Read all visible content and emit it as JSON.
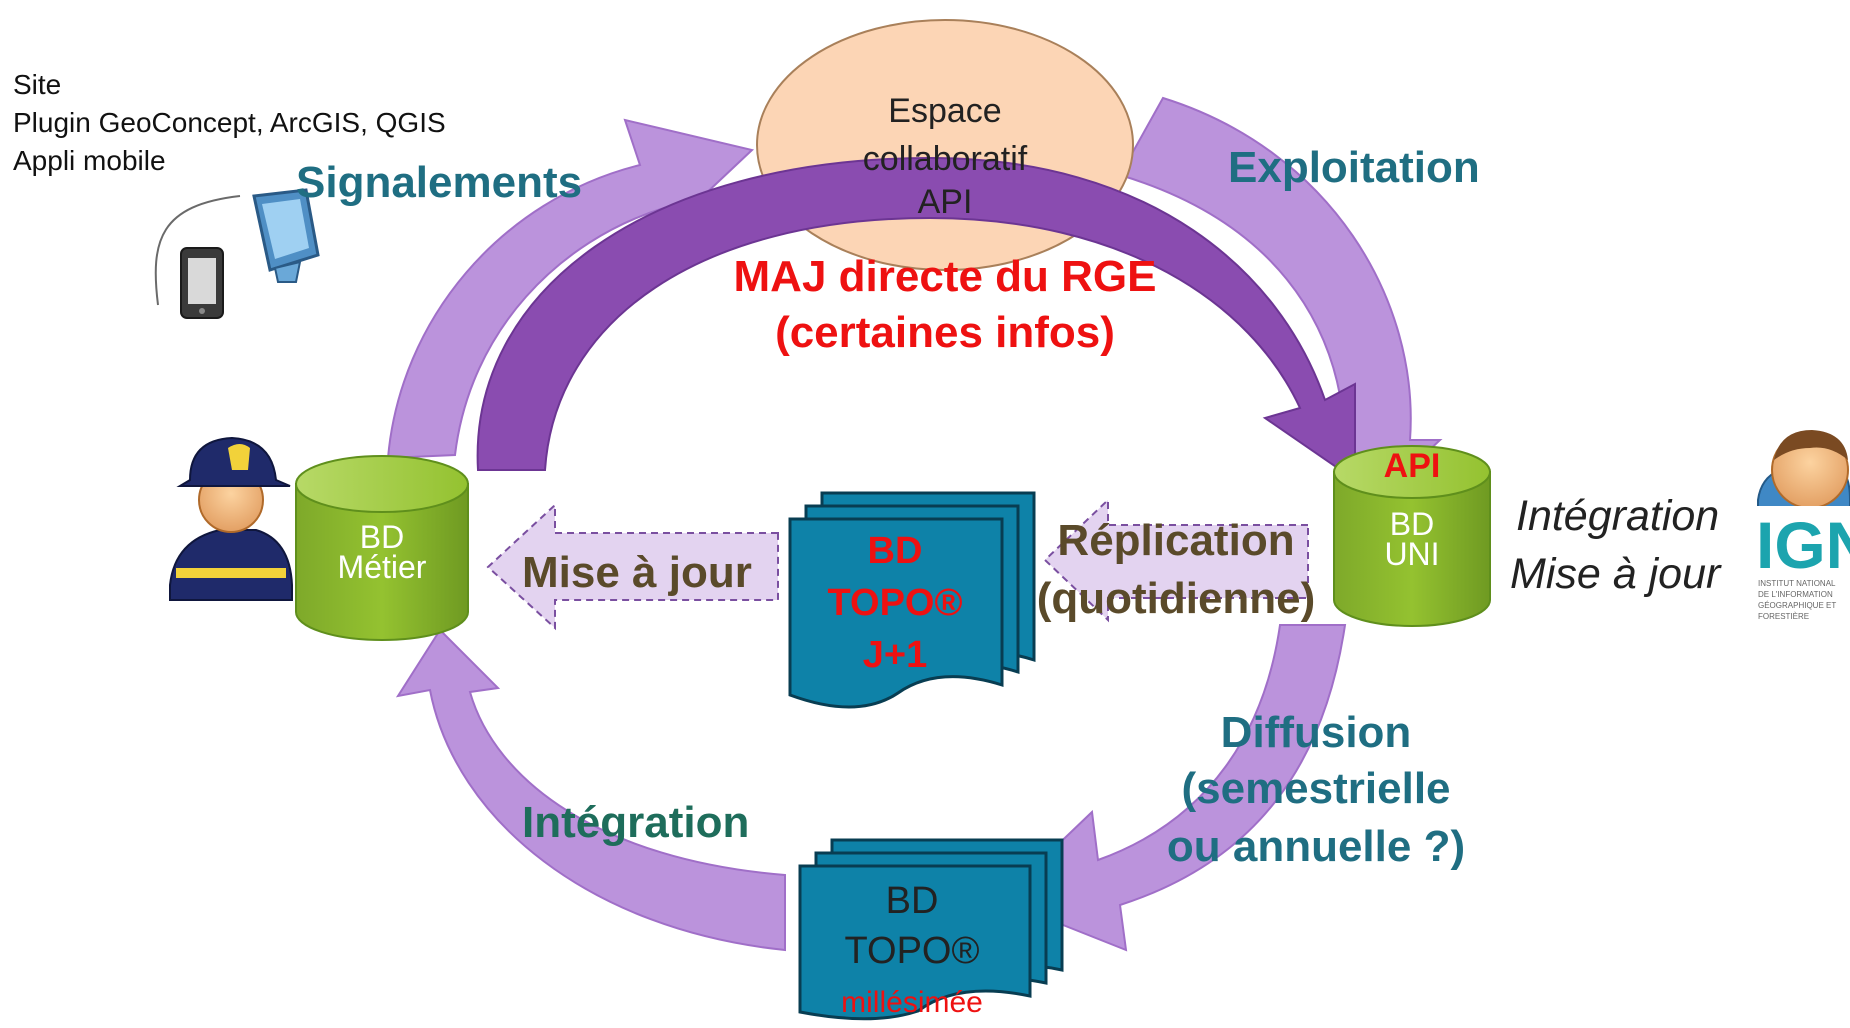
{
  "sources": {
    "lines": "Site\nPlugin GeoConcept, ArcGIS, QGIS\nAppli mobile"
  },
  "collab_space": {
    "line1": "Espace",
    "line2": "collaboratif",
    "line3": "API"
  },
  "arrows": {
    "signalements": "Signalements",
    "exploitation": "Exploitation",
    "maj_direct_line1": "MAJ directe du RGE",
    "maj_direct_line2": "(certaines infos)",
    "mise_a_jour": "Mise à jour",
    "replication_line1": "Réplication",
    "replication_line2": "(quotidienne)",
    "diffusion_line1": "Diffusion",
    "diffusion_line2": "(semestrielle",
    "diffusion_line3": "ou annuelle ?)",
    "integration": "Intégration"
  },
  "databases": {
    "metier_line1": "BD",
    "metier_line2": "Métier",
    "uni_api": "API",
    "uni_line1": "BD",
    "uni_line2": "UNI"
  },
  "topo_daily": {
    "line1": "BD",
    "line2": "TOPO®",
    "line3": "J+1"
  },
  "topo_yearly": {
    "line1": "BD",
    "line2": "TOPO®",
    "line3": "millésimée"
  },
  "ign_side": {
    "line1": "Intégration",
    "line2": "Mise à jour",
    "logo_text": "IGN",
    "logo_caption": "INSTITUT NATIONAL DE L'INFORMATION GÉOGRAPHIQUE ET FORESTIÈRE"
  },
  "icons": [
    "phone-icon",
    "computer-monitor-icon",
    "firefighter-user-icon",
    "ign-user-icon",
    "ign-logo"
  ],
  "colors": {
    "arrow_purple": "#bb93dc",
    "arrow_dark_purple": "#8a4cb0",
    "arrow_light": "#e3d3f0",
    "db_green": "#92c02c",
    "doc_blue": "#0e82a8",
    "ellipse_orange": "#fcd5b5",
    "title_teal": "#1f6e82",
    "highlight_red": "#ee1111"
  }
}
